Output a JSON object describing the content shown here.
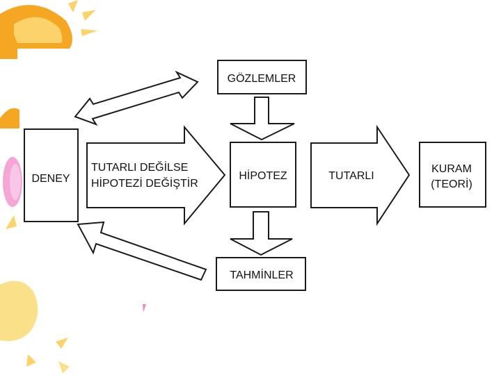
{
  "diagram": {
    "nodes": {
      "gozlemler": "GÖZLEMLER",
      "deney": "DENEY",
      "hipotez": "HİPOTEZ",
      "kuram_line1": "KURAM",
      "kuram_line2": "(TEORİ)",
      "tahminler": "TAHMİNLER"
    },
    "arrows": {
      "tutarli_degilse_line1": "TUTARLI DEĞİLSE",
      "tutarli_degilse_line2": "HİPOTEZİ DEĞİŞTİR",
      "tutarli": "TUTARLI"
    }
  },
  "decoration": {
    "sun_color": "#f5a623",
    "sun_light": "#fbd36a",
    "flower_pink": "#f4a6d7",
    "flower_light": "#fbe08a"
  }
}
